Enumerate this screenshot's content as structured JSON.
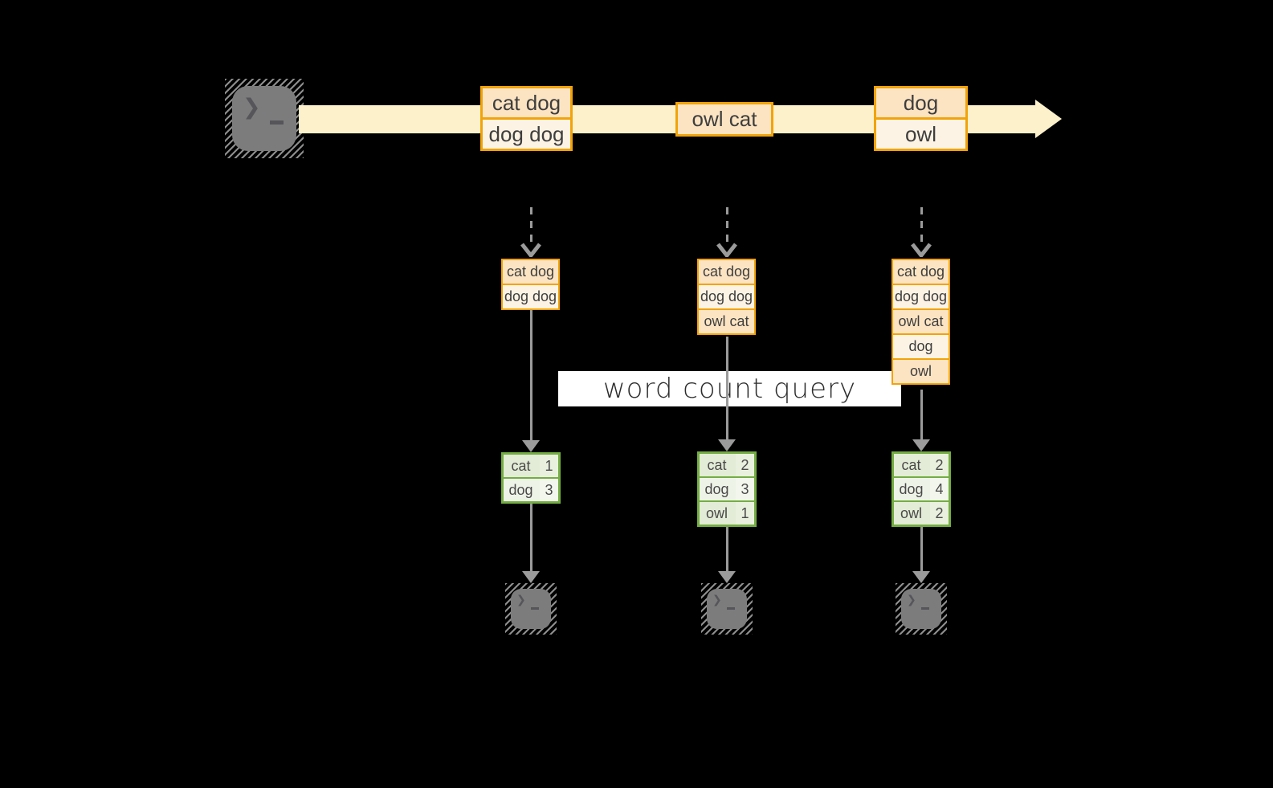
{
  "query_label": "word count query",
  "colors": {
    "background": "#000000",
    "stream_band": "#fcf1cb",
    "event_border": "#f1a30a",
    "event_fill_dark": "#fce4c3",
    "event_fill_light": "#fdf3e4",
    "table_border": "#74ad43",
    "table_fill_dark": "#e3ecd6",
    "table_fill_light": "#eef3e8",
    "arrow_gray": "#9b9b9b",
    "terminal_gray": "#7c7c7c",
    "query_band_bg": "#ffffff"
  },
  "source_terminal": {
    "icon": "terminal-icon",
    "glyph": "❯"
  },
  "stream": {
    "events": [
      {
        "lines": [
          "cat dog",
          "dog dog"
        ]
      },
      {
        "lines": [
          "owl cat"
        ]
      },
      {
        "lines": [
          "dog",
          "owl"
        ]
      }
    ]
  },
  "columns": [
    {
      "buffer": [
        "cat dog",
        "dog dog"
      ],
      "counts": [
        {
          "word": "cat",
          "count": 1
        },
        {
          "word": "dog",
          "count": 3
        }
      ],
      "sink_terminal": {
        "icon": "terminal-icon",
        "glyph": "❯"
      }
    },
    {
      "buffer": [
        "cat dog",
        "dog dog",
        "owl cat"
      ],
      "counts": [
        {
          "word": "cat",
          "count": 2
        },
        {
          "word": "dog",
          "count": 3
        },
        {
          "word": "owl",
          "count": 1
        }
      ],
      "sink_terminal": {
        "icon": "terminal-icon",
        "glyph": "❯"
      }
    },
    {
      "buffer": [
        "cat dog",
        "dog dog",
        "owl cat",
        "dog",
        "owl"
      ],
      "counts": [
        {
          "word": "cat",
          "count": 2
        },
        {
          "word": "dog",
          "count": 4
        },
        {
          "word": "owl",
          "count": 2
        }
      ],
      "sink_terminal": {
        "icon": "terminal-icon",
        "glyph": "❯"
      }
    }
  ]
}
